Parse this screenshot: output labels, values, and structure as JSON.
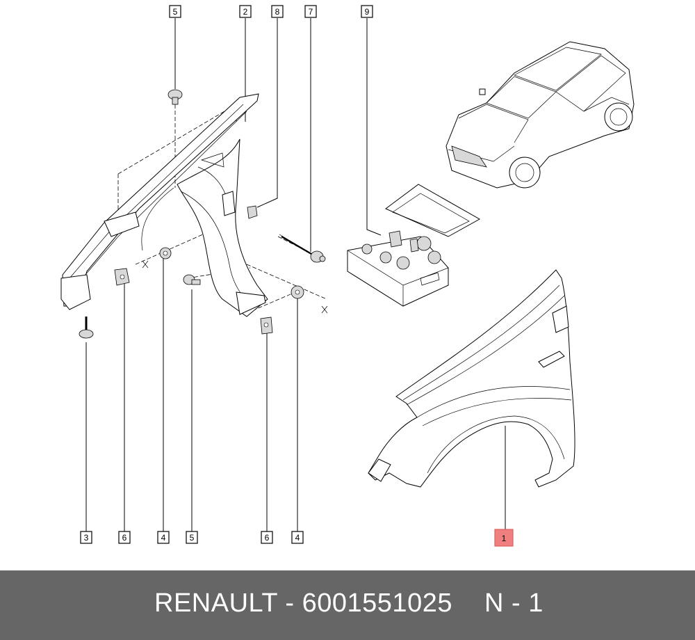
{
  "callouts": [
    {
      "id": "c-5-top",
      "label": "5"
    },
    {
      "id": "c-2",
      "label": "2"
    },
    {
      "id": "c-8",
      "label": "8"
    },
    {
      "id": "c-7",
      "label": "7"
    },
    {
      "id": "c-9",
      "label": "9"
    },
    {
      "id": "c-3",
      "label": "3"
    },
    {
      "id": "c-6-left",
      "label": "6"
    },
    {
      "id": "c-4-left",
      "label": "4"
    },
    {
      "id": "c-5-bottom",
      "label": "5"
    },
    {
      "id": "c-6-right",
      "label": "6"
    },
    {
      "id": "c-4-right",
      "label": "4"
    },
    {
      "id": "c-1",
      "label": "1",
      "highlight_color": "#f08080"
    }
  ],
  "footer": {
    "brand_part": "RENAULT - 6001551025",
    "page": "N - 1",
    "background": "#666666"
  }
}
